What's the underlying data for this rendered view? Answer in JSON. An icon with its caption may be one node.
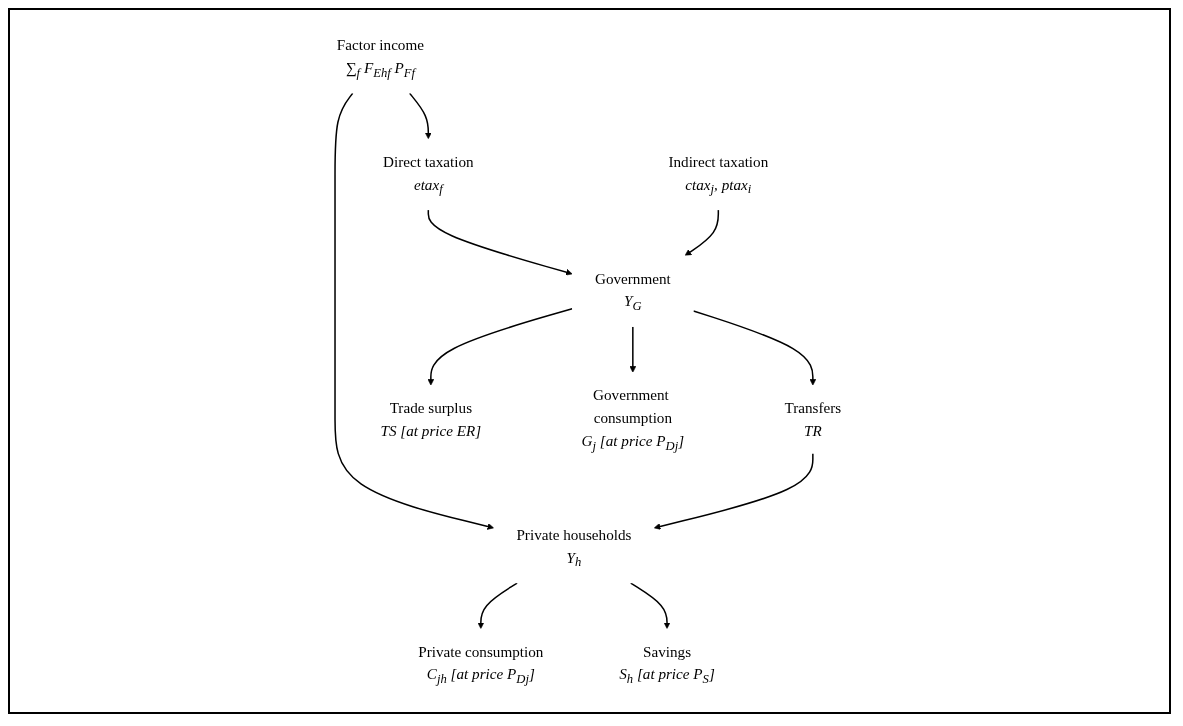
{
  "diagram": {
    "nodes": [
      {
        "text": [
          "Factor income",
          "∑$_{f}$ F$_{Ehf}$ P$_{Ff}$"
        ]
      },
      {
        "text": [
          "Direct taxation",
          "etax$_{f}$"
        ]
      },
      {
        "text": [
          "Indirect taxation",
          "ctax$_{j}$, ptax$_{i}$"
        ]
      },
      {
        "text": [
          "Private households",
          "Y$_{h}$"
        ]
      },
      {
        "text": [
          "Transfers",
          "TR"
        ]
      },
      {
        "text": [
          "Government",
          "Y$_{G}$"
        ]
      },
      {
        "text": [
          "Trade surplus",
          "TS [at price ER]"
        ]
      },
      {
        "text": [
          "Private consumption",
          "C$_{jh}$ [at price P$_{Dj}$]"
        ]
      },
      {
        "text": [
          "Savings",
          "S$_{h}$ [at price P$_{S}$]"
        ]
      },
      {
        "text": [
          "Government consumption",
          "G$_{j}$ [at price P$_{Dj}$]"
        ]
      }
    ],
    "edges": [
      {
        "from": 0,
        "to": 1,
        "arrow": "to"
      },
      {
        "from": 0,
        "to": 3,
        "arrow": "to"
      },
      {
        "from": 1,
        "to": 5,
        "arrow": "to"
      },
      {
        "from": 2,
        "to": 5,
        "arrow": "to"
      },
      {
        "from": 5,
        "to": 4,
        "arrow": "to"
      },
      {
        "from": 4,
        "to": 3,
        "arrow": "to"
      },
      {
        "from": 5,
        "to": 6,
        "arrow": "to"
      },
      {
        "from": 3,
        "to": 7,
        "arrow": "to"
      },
      {
        "from": 3,
        "to": 8,
        "arrow": "to"
      },
      {
        "from": 5,
        "to": 9,
        "arrow": "to"
      }
    ]
  }
}
